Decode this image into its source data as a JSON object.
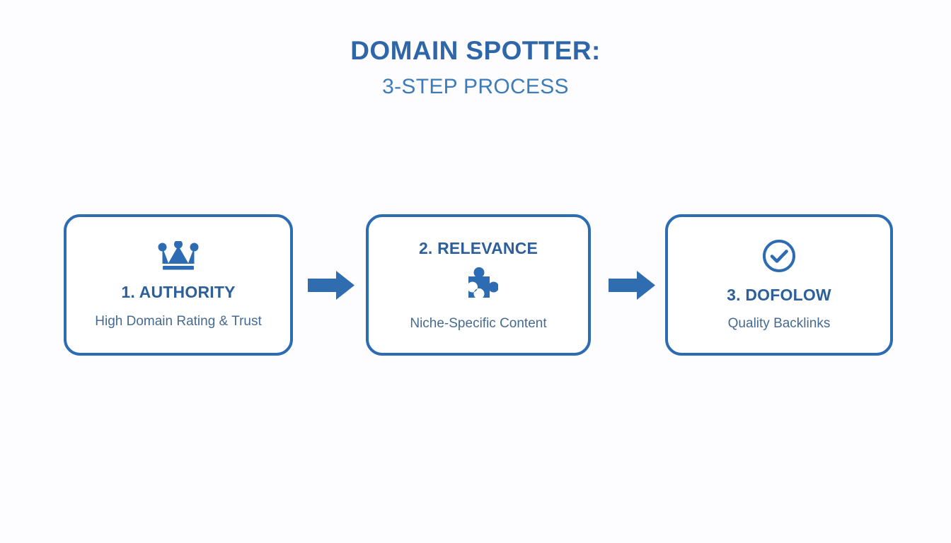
{
  "heading": {
    "title": "DOMAIN SPOTTER:",
    "subtitle": "3-STEP PROCESS"
  },
  "colors": {
    "background": "#fdfdff",
    "title": "#2f66a8",
    "subtitle": "#3e7bb9",
    "card_border": "#2d6cb3",
    "card_title": "#2d5f9a",
    "card_subtitle": "#466a90",
    "icon": "#2d6cb3",
    "arrow": "#2f6cb0"
  },
  "steps": [
    {
      "number": "1",
      "title": "1. AUTHORITY",
      "subtitle": "High Domain Rating & Trust",
      "icon": "crown-icon",
      "icon_position": "above-title"
    },
    {
      "number": "2",
      "title": "2. RELEVANCE",
      "subtitle": "Niche-Specific Content",
      "icon": "puzzle-piece-icon",
      "icon_position": "below-title"
    },
    {
      "number": "3",
      "title": "3. DOFOLOW",
      "subtitle": "Quality Backlinks",
      "icon": "check-circle-icon",
      "icon_position": "above-title"
    }
  ],
  "connectors": [
    {
      "name": "arrow-right-icon",
      "from": "1. AUTHORITY",
      "to": "2. RELEVANCE"
    },
    {
      "name": "arrow-right-icon",
      "from": "2. RELEVANCE",
      "to": "3. DOFOLOW"
    }
  ]
}
